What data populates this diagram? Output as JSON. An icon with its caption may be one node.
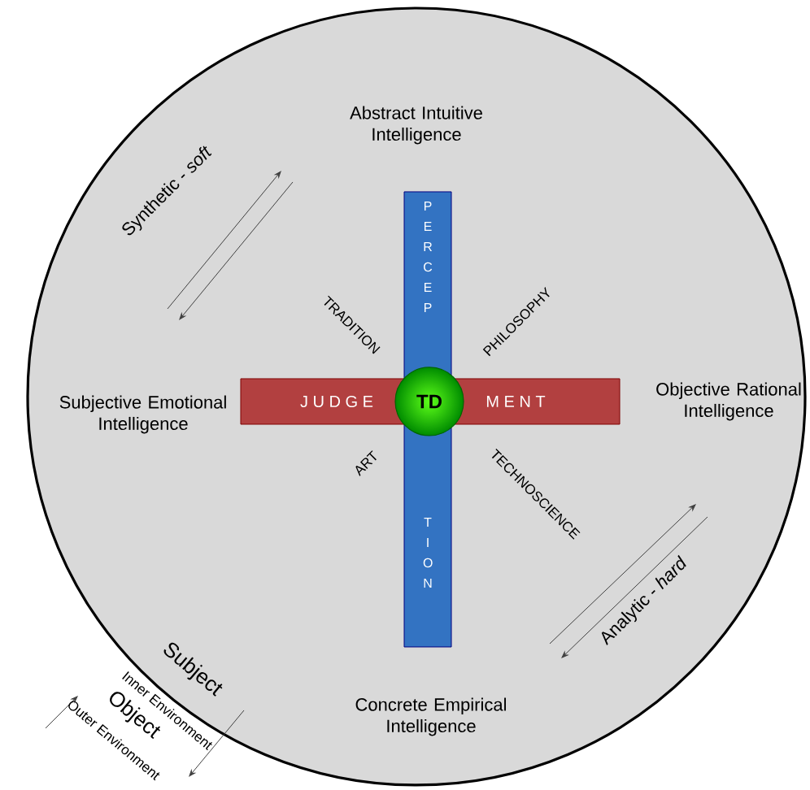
{
  "diagram": {
    "nodes": [
      {
        "text": [],
        "shape": "circle"
      },
      {
        "text": [
          "P E R C E P",
          "T I O N"
        ],
        "in": 0
      },
      {
        "text": [
          "J U D G E",
          "M E N T"
        ],
        "in": 0
      },
      {
        "text": [
          "TD"
        ],
        "in": 0
      }
    ],
    "labels": [
      "Abstract Intuitive Intelligence",
      "Synthetic - *soft*",
      "TRADITION",
      "PHILOSOPHY",
      "Subjective Emotional Intelligence",
      "Objective Rational Intelligence",
      "ART",
      "TECHNOSCIENCE",
      "Analytic - *hard*",
      "Subject",
      "Inner Environment",
      "Concrete Empirical Intelligence",
      "Object",
      "Outer Environment"
    ]
  }
}
